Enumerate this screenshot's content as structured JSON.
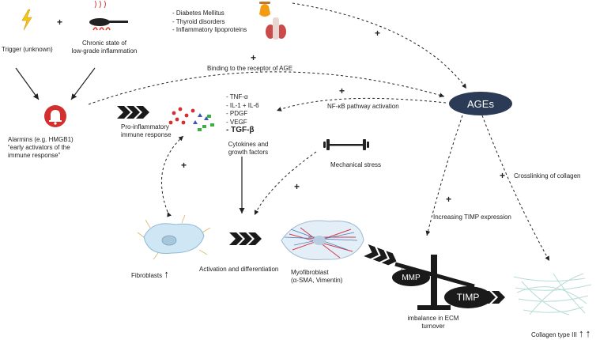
{
  "labels": {
    "trigger": "Trigger (unknown)",
    "chronic_1": "Chronic state of",
    "chronic_2": "low-grade inflammation",
    "alarmins_1": "Alarmins (e.g. HMGB1)",
    "alarmins_2": "“early activators of the",
    "alarmins_3": "immune response”",
    "proinflam_1": "Pro-inflammatory",
    "proinflam_2": "immune response",
    "cytokines_1": "Cytokines and",
    "cytokines_2": "growth factors",
    "binding": "Binding to the receptor of AGE",
    "nfkb": "NF-κB pathway activation",
    "ages": "AGEs",
    "mechanical": "Mechanical stress",
    "fibroblasts": "Fibroblasts",
    "activation": "Activation and differentiation",
    "myo_1": "Myofibroblast",
    "myo_2": "(α-SMA, Vimentin)",
    "mmp": "MMP",
    "timp": "TIMP",
    "imbalance_1": "imbalance in ECM",
    "imbalance_2": "turnover",
    "timp_expr": "Increasing TIMP expression",
    "crosslink": "Crosslinking of collagen",
    "collagen": "Collagen type III",
    "plus_symbol": "+",
    "up_arrow": "↑"
  },
  "conditions": [
    "Diabetes Mellitus",
    "Thyroid disorders",
    "Inflammatory lipoproteins"
  ],
  "cytokines": [
    "TNF-α",
    "IL-1 + IL-6",
    "PDGF",
    "VEGF"
  ],
  "cytokine_emph": "TGF-β",
  "colors": {
    "ages_fill": "#2b3a55",
    "alarm_red": "#d32f2f",
    "bolt_yellow": "#f5c518",
    "dot_red": "#d32f2f",
    "dot_green": "#3cb043",
    "dot_blue": "#3a55b4",
    "cell_blue": "#cfe6f5",
    "fiber_teal": "#b8dcd6"
  }
}
